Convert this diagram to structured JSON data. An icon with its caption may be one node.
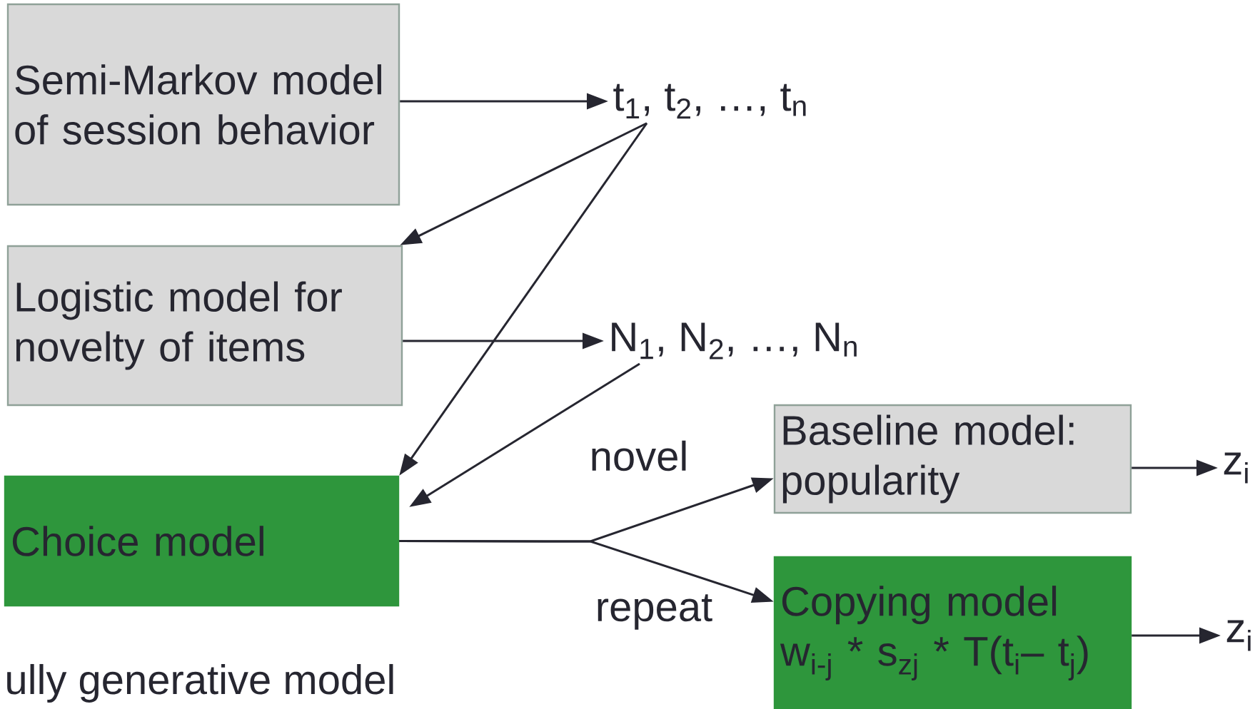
{
  "diagram": {
    "nodes": [
      {
        "text": [
          "Semi-Markov model of session behavior"
        ]
      },
      {
        "text": [
          "t$_{1}$, t$_{2}$, …, t$_{n}$"
        ]
      },
      {
        "text": [
          "Logistic model for novelty of items"
        ]
      },
      {
        "text": [
          "N$_{1}$, N$_{2}$, …, N$_{n}$"
        ]
      },
      {
        "text": [
          "Choice model"
        ]
      },
      {
        "text": [
          "Baseline model: popularity"
        ]
      },
      {
        "text": [
          "z$_{i}$"
        ]
      },
      {
        "text": [
          "Copying model",
          "w$_{i-j}$ * s$_{zj}$ * T(t$_{i}$– t$_{j}$)"
        ]
      },
      {
        "text": [
          "z$_{i}$"
        ]
      }
    ],
    "edges": [
      {
        "from": 0,
        "to": 1,
        "arrow": "to"
      },
      {
        "from": 1,
        "to": 2,
        "arrow": "to"
      },
      {
        "from": 1,
        "to": 4,
        "arrow": "to"
      },
      {
        "from": 2,
        "to": 3,
        "arrow": "to"
      },
      {
        "from": 3,
        "to": 4,
        "arrow": "to"
      },
      {
        "from": 4,
        "to": 5,
        "arrow": "to",
        "label": "novel"
      },
      {
        "from": 4,
        "to": 7,
        "arrow": "to",
        "label": "repeat"
      },
      {
        "from": 5,
        "to": 6,
        "arrow": "to"
      },
      {
        "from": 7,
        "to": 8,
        "arrow": "to"
      }
    ],
    "labels": [
      "ully generative model"
    ]
  }
}
